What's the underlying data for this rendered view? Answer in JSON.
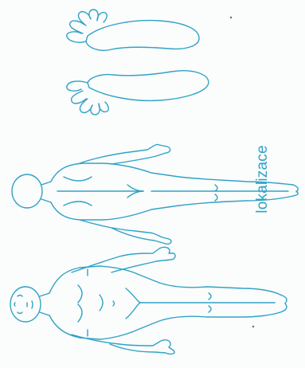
{
  "caption": {
    "text": "lokalizace"
  },
  "colors": {
    "line": "#2fa3c6",
    "paper": "#fbfcfc"
  },
  "figures": [
    "front-body",
    "back-body",
    "left-foot-sole",
    "right-foot-sole"
  ]
}
